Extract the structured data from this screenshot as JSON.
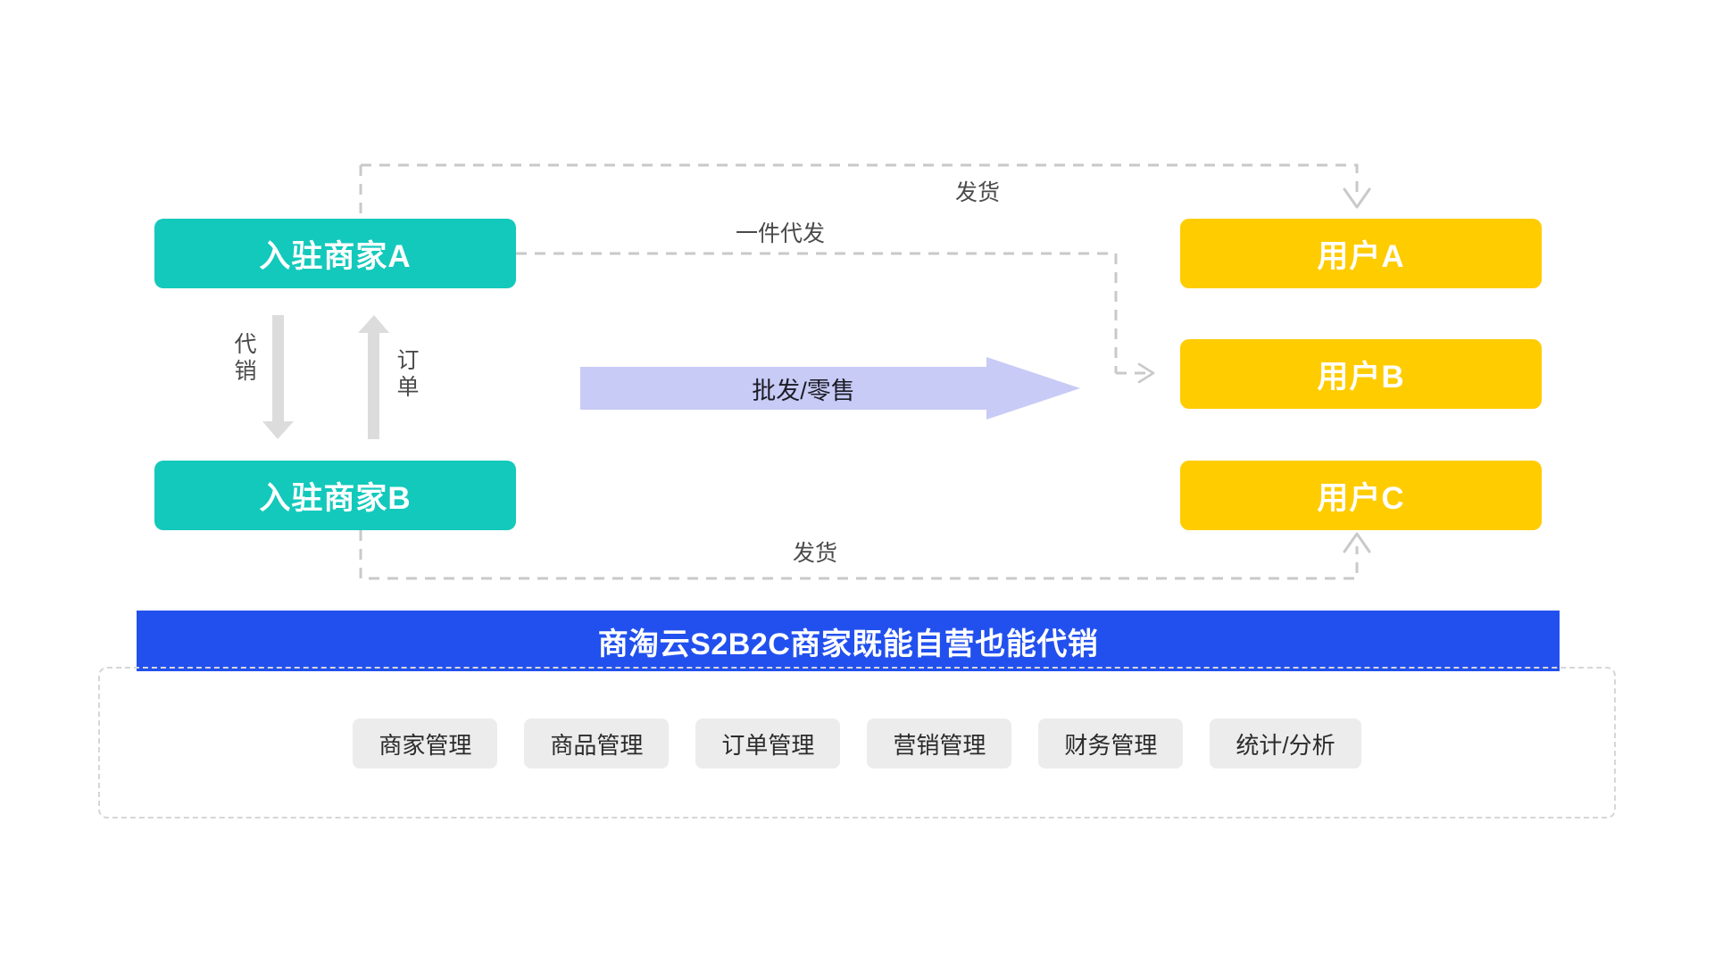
{
  "diagram": {
    "title_banner": "商淘云S2B2C商家既能自营也能代销",
    "merchants": [
      {
        "id": "merchant-a",
        "label": "入驻商家A"
      },
      {
        "id": "merchant-b",
        "label": "入驻商家B"
      }
    ],
    "users": [
      {
        "id": "user-a",
        "label": "用户A"
      },
      {
        "id": "user-b",
        "label": "用户B"
      },
      {
        "id": "user-c",
        "label": "用户C"
      }
    ],
    "flows": {
      "wholesale_retail": "批发/零售",
      "ship_top": "发货",
      "dropship": "一件代发",
      "ship_bottom": "发货",
      "consignment": "代销",
      "order": "订单"
    },
    "modules": [
      "商家管理",
      "商品管理",
      "订单管理",
      "营销管理",
      "财务管理",
      "统计/分析"
    ],
    "colors": {
      "merchant": "#13C9BC",
      "user": "#FFCC00",
      "banner": "#2250EE",
      "wholesale_arrow": "#C8CBF5",
      "connector": "#C9C9C9",
      "chip": "#ECECEC"
    }
  }
}
